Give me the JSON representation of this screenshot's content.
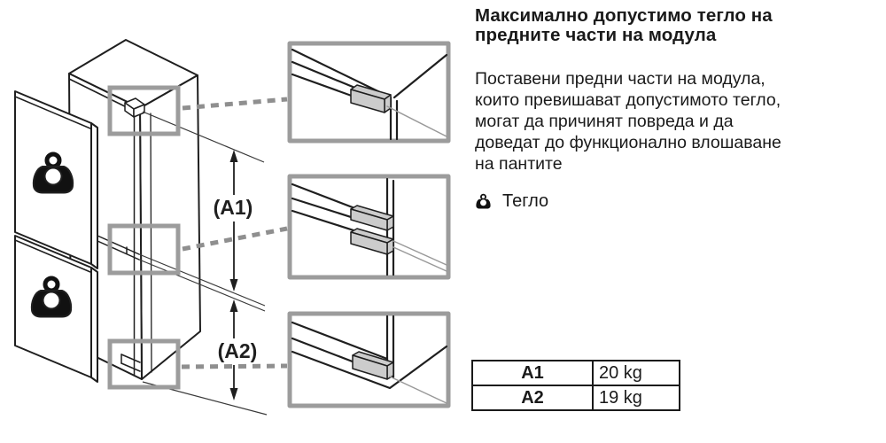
{
  "heading": {
    "lines": [
      "Максимално допустимо тегло на",
      "предните части на модула"
    ]
  },
  "body_paragraph": {
    "lines": [
      "Поставени предни части на модула,",
      "които превишават допустимото тегло,",
      "могат да причинят повреда и да",
      "доведат до функционално влошаване",
      "на пантите"
    ]
  },
  "weight_legend": {
    "icon": "kettlebell-weight-icon",
    "label": "Тегло"
  },
  "diagram": {
    "a1_label": "(A1)",
    "a2_label": "(A2)",
    "callouts": [
      "top-hinge",
      "middle-hinge",
      "bottom-hinge"
    ],
    "door_icons": [
      "kettlebell-weight-icon",
      "kettlebell-weight-icon"
    ]
  },
  "weight_table": {
    "rows": [
      {
        "label": "A1",
        "value": "20 kg"
      },
      {
        "label": "A2",
        "value": "19 kg"
      }
    ]
  },
  "colors": {
    "line": "#1f1f1f",
    "callout_gray": "#9c9c9c",
    "dashed_gray": "#8f8f8f",
    "hinge_fill": "#cccccc",
    "leader_gray": "#999999",
    "text": "#1a1a1a"
  }
}
